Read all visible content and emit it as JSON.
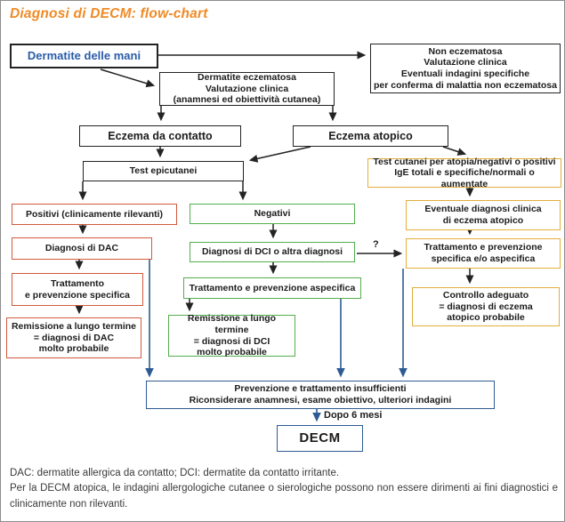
{
  "title": "Diagnosi di DECM: flow-chart",
  "colors": {
    "title_orange": "#f08a26",
    "box_border_black": "#232323",
    "dac_red": "#d05a3e",
    "dci_green": "#53ae4f",
    "atopico_orange": "#e3ae3d",
    "flow_blue": "#2e5b93",
    "mani_text_blue": "#2a5ca8"
  },
  "boxes": {
    "mani": "Dermatite delle mani",
    "non_eczematosa": [
      "Non eczematosa",
      "Valutazione clinica",
      "Eventuali indagini specifiche",
      "per conferma di malattia non eczematosa"
    ],
    "dermatite_eczematosa": [
      "Dermatite eczematosa",
      "Valutazione clinica",
      "(anamnesi ed obiettività cutanea)"
    ],
    "eczema_contatto": "Eczema da contatto",
    "eczema_atopico": "Eczema atopico",
    "test_epicutanei": "Test epicutanei",
    "test_cutanei": [
      "Test cutanei per atopia/negativi o positivi",
      "IgE totali e specifiche/normali o aumentate"
    ],
    "positivi": "Positivi (clinicamente rilevanti)",
    "negativi": "Negativi",
    "eventuale_diagnosi": [
      "Eventuale diagnosi clinica",
      "di eczema atopico"
    ],
    "diagnosi_dac": "Diagnosi di DAC",
    "diagnosi_dci": "Diagnosi di DCI o altra diagnosi",
    "trattamento_spec_aspec": [
      "Trattamento e prevenzione",
      "specifica e/o aspecifica"
    ],
    "trattamento_specifica": [
      "Trattamento",
      "e prevenzione specifica"
    ],
    "trattamento_aspecifica": "Trattamento e prevenzione aspecifica",
    "controllo_adeguato": [
      "Controllo adeguato",
      "= diagnosi di eczema",
      "atopico probabile"
    ],
    "remissione_dac": [
      "Remissione a lungo termine",
      "= diagnosi di DAC",
      "molto probabile"
    ],
    "remissione_dci": [
      "Remissione a lungo termine",
      "= diagnosi di DCI",
      "molto probabile"
    ],
    "prevenzione_insufficienti": [
      "Prevenzione e trattamento insufficienti",
      "Riconsiderare anamnesi, esame obiettivo, ulteriori indagini"
    ],
    "decm": "DECM"
  },
  "labels": {
    "question_mark": "?",
    "dopo_6_mesi": "Dopo 6 mesi"
  },
  "footer": {
    "line1": "DAC: dermatite allergica da contatto; DCI: dermatite da contatto irritante.",
    "line2": "Per la DECM atopica, le indagini allergologiche cutanee o sierologiche possono non essere dirimenti ai fini diagnostici e clinicamente non rilevanti."
  }
}
